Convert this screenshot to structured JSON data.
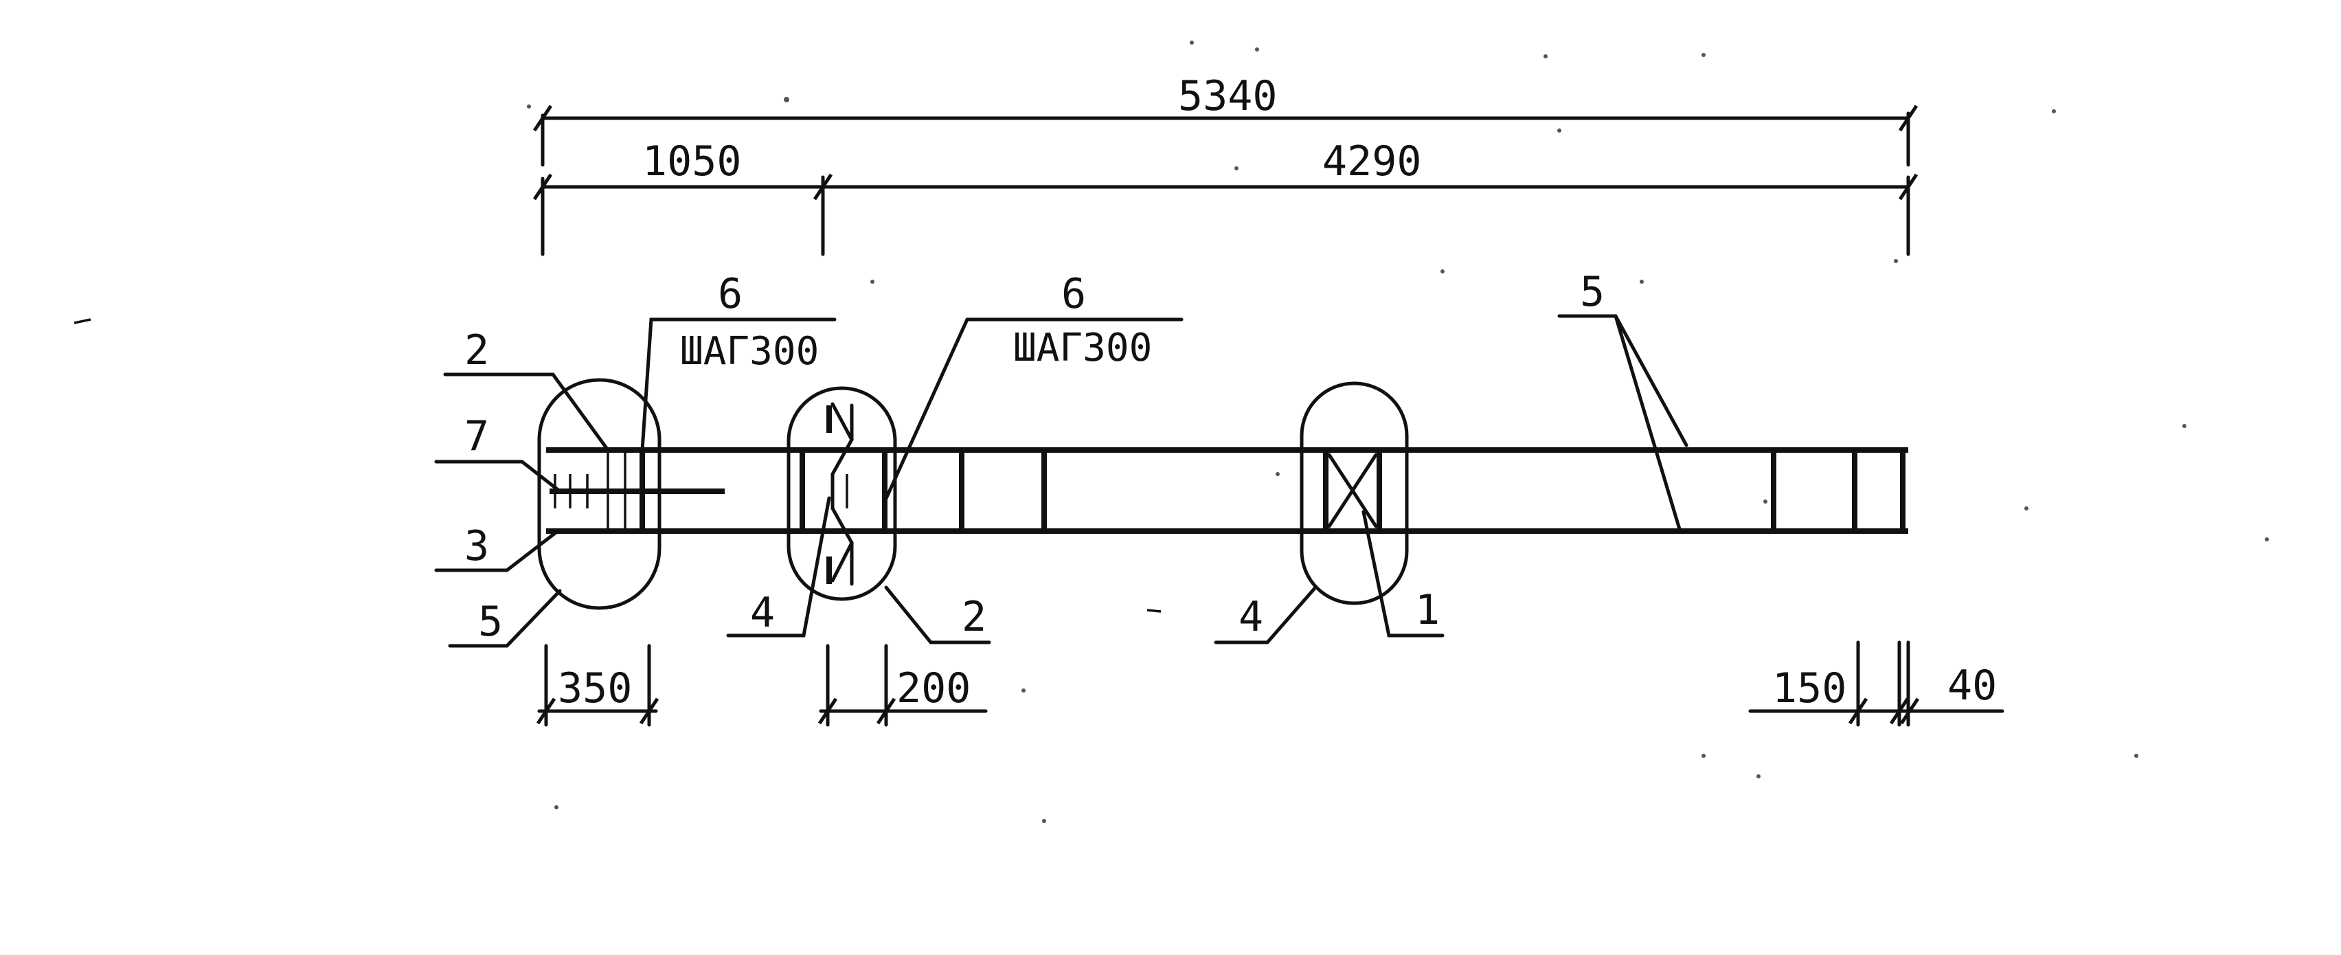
{
  "dimensions": {
    "overall": "5340",
    "left_segment": "1050",
    "right_segment": "4290",
    "bottom_350": "350",
    "bottom_200": "200",
    "bottom_150": "150",
    "bottom_40": "40"
  },
  "callouts": {
    "c2_left": "2",
    "c7": "7",
    "c3": "3",
    "c5_left": "5",
    "c6_left": "6",
    "step_left": "ШАГ300",
    "c4_mid": "4",
    "c2_mid": "2",
    "c6_mid": "6",
    "step_mid": "ШАГ300",
    "c4_right": "4",
    "c1": "1",
    "c5_right": "5"
  }
}
